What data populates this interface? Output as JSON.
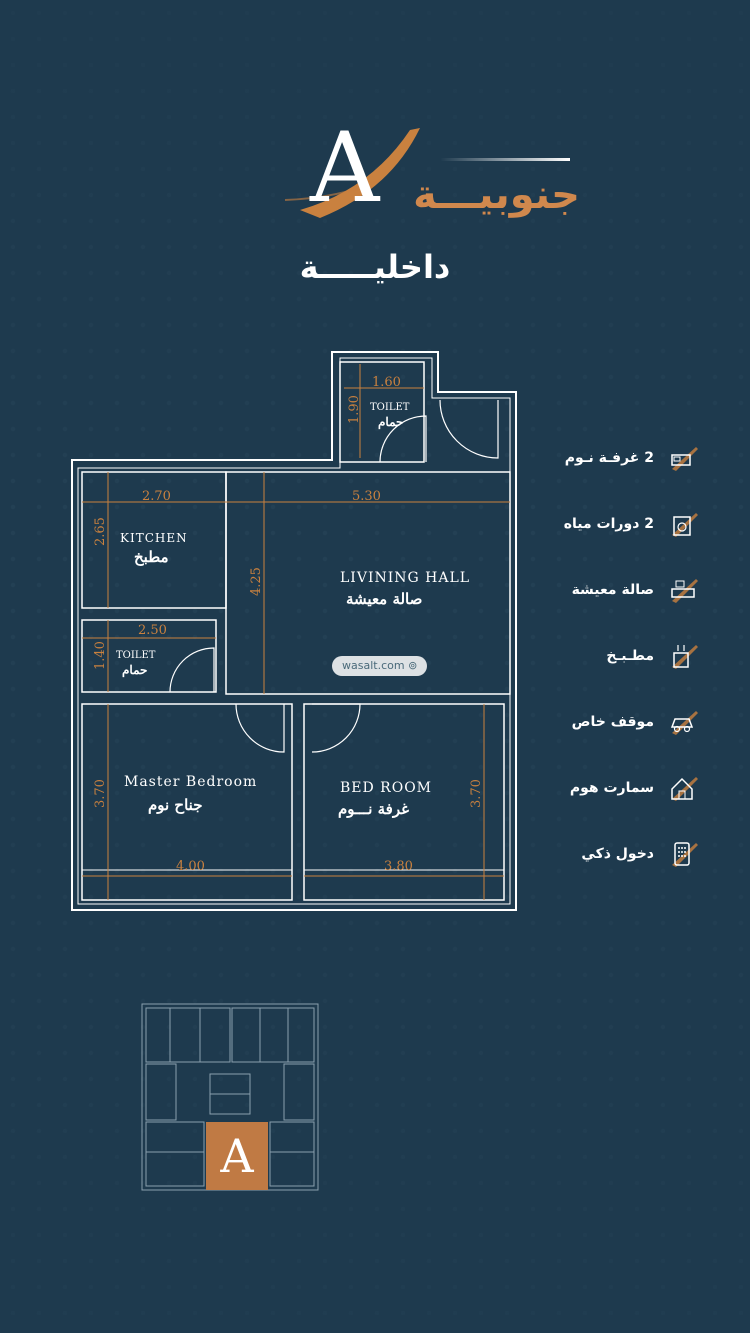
{
  "header": {
    "logo_letter": "A",
    "brand_name": "جنوبيـــة",
    "subtitle": "داخليـــــة"
  },
  "floor_plan": {
    "rooms": {
      "toilet_top": {
        "en": "TOILET",
        "ar": "حمام"
      },
      "kitchen": {
        "en": "KITCHEN",
        "ar": "مطبخ"
      },
      "living_hall": {
        "en": "LIVINING HALL",
        "ar": "صالة معيشة"
      },
      "toilet_left": {
        "en": "TOILET",
        "ar": "حمام"
      },
      "master_bedroom": {
        "en": "Master Bedroom",
        "ar": "جناح نوم"
      },
      "bed_room": {
        "en": "BED ROOM",
        "ar": "غرفة نـــوم"
      }
    },
    "dimensions": {
      "toilet_top_w": "1.60",
      "toilet_top_h": "1.90",
      "kitchen_w": "2.70",
      "living_w": "5.30",
      "kitchen_h": "2.65",
      "living_h": "4.25",
      "toilet_left_w": "2.50",
      "toilet_left_h": "1.40",
      "master_h": "3.70",
      "master_w": "4.00",
      "bed_w": "3.80",
      "bed_h": "3.70"
    }
  },
  "watermark": "wasalt.com",
  "features": [
    {
      "label": "2 غرفـة نـوم",
      "icon": "bed-icon"
    },
    {
      "label": "2 دورات مياه",
      "icon": "washbasin-icon"
    },
    {
      "label": "صالة معيشة",
      "icon": "sofa-icon"
    },
    {
      "label": "مطـبـخ",
      "icon": "kitchen-icon"
    },
    {
      "label": "موقف خاص",
      "icon": "car-icon"
    },
    {
      "label": "سمارت هوم",
      "icon": "smart-home-icon"
    },
    {
      "label": "دخول ذكي",
      "icon": "smart-lock-icon"
    }
  ],
  "key_plan": {
    "unit_letter": "A"
  },
  "colors": {
    "background": "#1e3a4e",
    "accent": "#d0884d",
    "wall": "#ffffff",
    "dimension": "#c9813f"
  }
}
